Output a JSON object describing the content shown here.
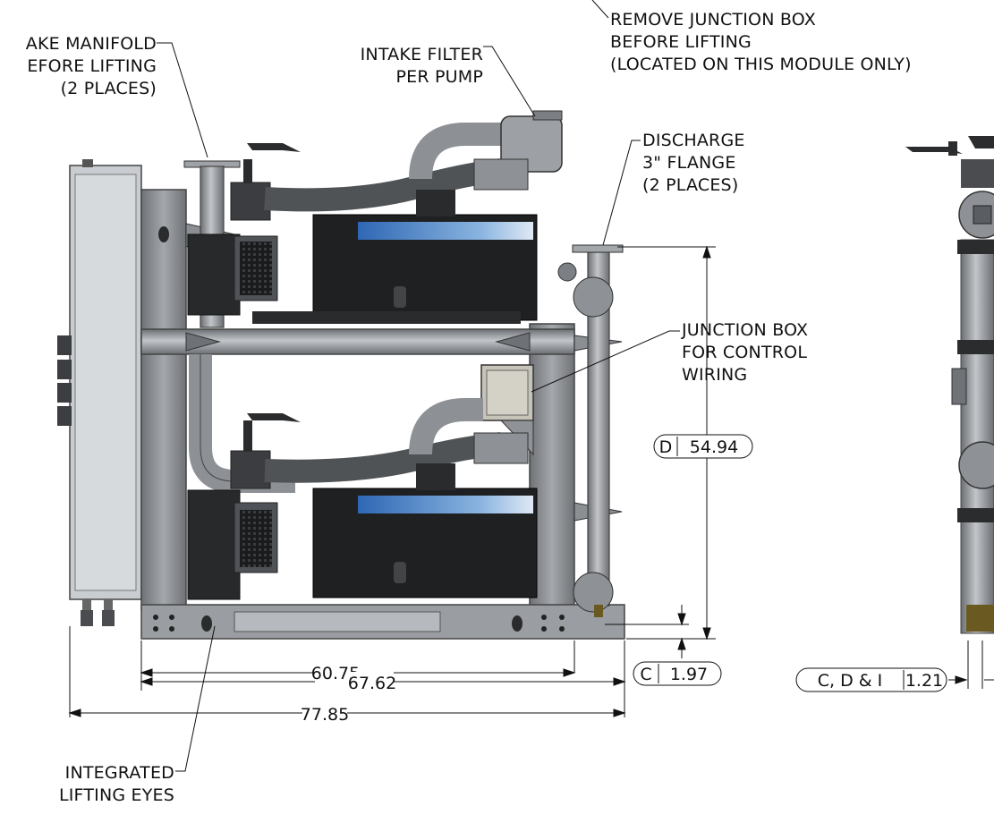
{
  "callouts": {
    "remove_junction_box": [
      "REMOVE JUNCTION BOX",
      "BEFORE LIFTING",
      "(LOCATED ON THIS MODULE ONLY)"
    ],
    "intake_manifold": [
      "AKE MANIFOLD",
      "EFORE LIFTING",
      "(2 PLACES)"
    ],
    "intake_filter": [
      "INTAKE FILTER",
      "PER PUMP"
    ],
    "discharge_flange": [
      "DISCHARGE",
      "3\" FLANGE",
      "(2 PLACES)"
    ],
    "junction_box": [
      "JUNCTION BOX",
      "FOR CONTROL",
      "WIRING"
    ],
    "lifting_eyes": [
      "INTEGRATED",
      "LIFTING EYES"
    ]
  },
  "dimensions": {
    "height": {
      "tag": "D",
      "value": "54.94"
    },
    "base_clearance": {
      "tag": "C",
      "value": "1.97"
    },
    "side_offset": {
      "tag": "C, D & I",
      "value": "1.21"
    },
    "inner_width": "60.75",
    "frame_width": "67.62",
    "overall_width": "77.85"
  },
  "colors": {
    "frame": "#8d8f93",
    "frame_dark": "#55585c",
    "pump_body": "#1f2022",
    "pump_label": "#3a78c2",
    "panel": "#c9ccd0",
    "hose": "#505356",
    "line": "#111111"
  }
}
